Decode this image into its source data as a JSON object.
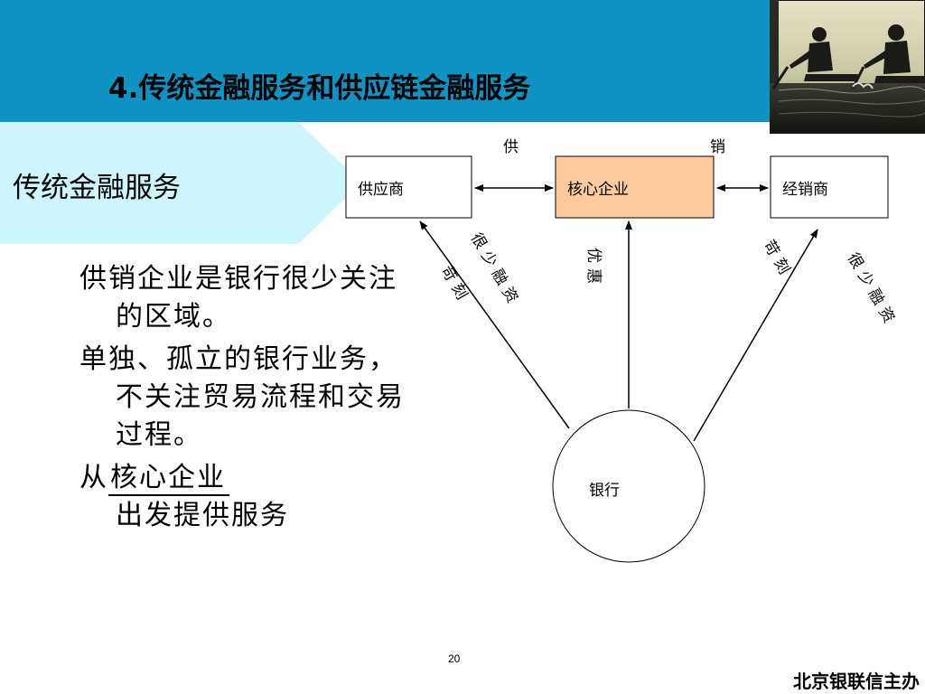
{
  "slide": {
    "title": "4.传统金融服务和供应链金融服务",
    "section_tab": "传统金融服务",
    "page_number": "20",
    "footer": "北京银联信主办"
  },
  "body": {
    "para1": "供销企业是银行很少关注的区域。",
    "para2": "单独、孤立的银行业务，不关注贸易流程和交易过程。",
    "para3_prefix": "从",
    "para3_blank": "核心企业",
    "para3_suffix": "出发提供服务"
  },
  "diagram": {
    "label_gong": "供",
    "label_xiao": "销",
    "node_supplier": "供应商",
    "node_core": "核心企业",
    "node_distributor": "经销商",
    "node_bank": "银行",
    "left_inner_label": "很少融资",
    "left_outer_label": "苛刻",
    "center_label": "优惠",
    "right_inner_label": "苛刻",
    "right_outer_label": "很少融资"
  },
  "colors": {
    "header_band": "#0f93c3",
    "section_tab": "#ccf5fc",
    "core_node_fill": "#fcca9c"
  }
}
